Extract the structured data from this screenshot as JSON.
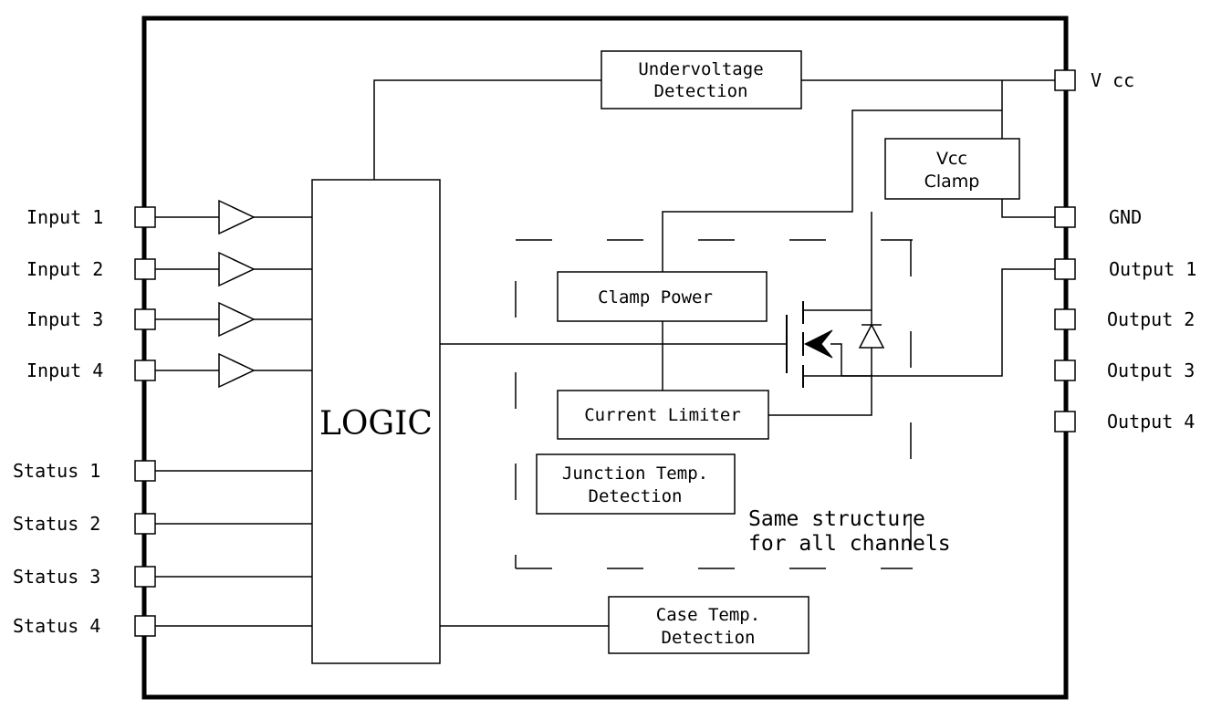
{
  "inputs": [
    "Input  1",
    "Input  2",
    "Input  3",
    "Input  4"
  ],
  "statuses": [
    "Status  1",
    "Status  2",
    "Status  3",
    "Status  4"
  ],
  "outputs": [
    "Output  1",
    "Output  2",
    "Output  3",
    "Output  4"
  ],
  "pins": {
    "vcc": "V cc",
    "gnd": "GND"
  },
  "blocks": {
    "logic": "LOGIC",
    "undervoltage": [
      "Undervoltage",
      "Detection"
    ],
    "vcc_clamp": [
      "Vcc",
      "Clamp"
    ],
    "clamp_power": "Clamp  Power",
    "current_limiter": "Current  Limiter",
    "junction_temp": [
      "Junction  Temp.",
      "Detection"
    ],
    "case_temp": [
      "Case  Temp.",
      "Detection"
    ]
  },
  "note": [
    "Same  structure",
    "for  all  channels"
  ]
}
